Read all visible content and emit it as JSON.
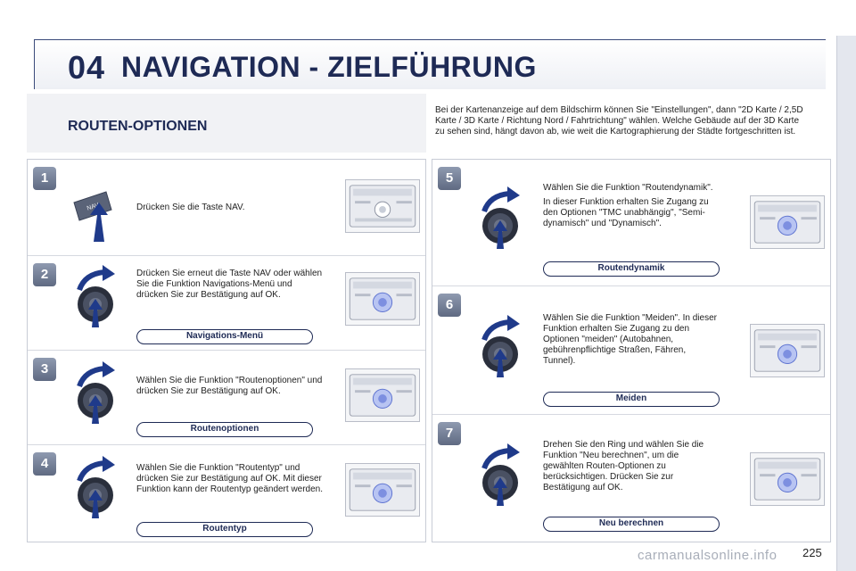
{
  "header": {
    "chapter_number": "04",
    "title": "NAVIGATION - ZIELFÜHRUNG"
  },
  "intro": {
    "section_title": "ROUTEN-OPTIONEN",
    "text": "Bei der Kartenanzeige auf dem Bildschirm können Sie \"Einstellungen\", dann \"2D Karte / 2,5D Karte / 3D Karte / Richtung Nord / Fahrtrichtung\" wählen. Welche Gebäude auf der 3D Karte zu sehen sind, hängt davon ab, wie weit die Kartographierung der Städte fortgeschritten ist."
  },
  "steps": [
    {
      "number": "1",
      "text": "Drücken Sie die Taste NAV.",
      "illustration": "nav-button",
      "nav_key_label": "NAV",
      "label": ""
    },
    {
      "number": "2",
      "text": "Drücken Sie erneut die Taste NAV oder wählen Sie die Funktion Navigations-Menü und drücken Sie zur Bestätigung auf OK.",
      "illustration": "rotary-knob",
      "label": "Navigations-Menü"
    },
    {
      "number": "3",
      "text": "Wählen Sie die Funktion \"Routenoptionen\" und drücken Sie zur Bestätigung auf OK.",
      "illustration": "rotary-knob",
      "label": "Routenoptionen"
    },
    {
      "number": "4",
      "text": "Wählen Sie die Funktion \"Routentyp\" und drücken Sie zur Bestätigung auf OK. Mit dieser Funktion kann der Routentyp geändert werden.",
      "illustration": "rotary-knob",
      "label": "Routentyp"
    },
    {
      "number": "5",
      "text": "Wählen Sie die Funktion \"Routendynamik\".",
      "text2": "In dieser Funktion erhalten Sie Zugang zu den Optionen \"TMC unabhängig\", \"Semi-dynamisch\" und \"Dynamisch\".",
      "illustration": "rotary-knob",
      "label": "Routendynamik"
    },
    {
      "number": "6",
      "text": "Wählen Sie die Funktion \"Meiden\". In dieser Funktion erhalten Sie Zugang zu den Optionen \"meiden\" (Autobahnen, gebührenpflichtige Straßen, Fähren, Tunnel).",
      "illustration": "rotary-knob",
      "label": "Meiden"
    },
    {
      "number": "7",
      "text": "Drehen Sie den Ring und wählen Sie die Funktion \"Neu berechnen\", um die gewählten Routen-Optionen zu berücksichtigen. Drücken Sie zur Bestätigung auf OK.",
      "illustration": "rotary-knob",
      "label": "Neu berechnen"
    }
  ],
  "page_number": "225",
  "watermark": "carmanualsonline.info",
  "colors": {
    "accent": "#1e2a55",
    "badge": "#6f7a92",
    "knob_highlight": "#7d8fe0"
  }
}
